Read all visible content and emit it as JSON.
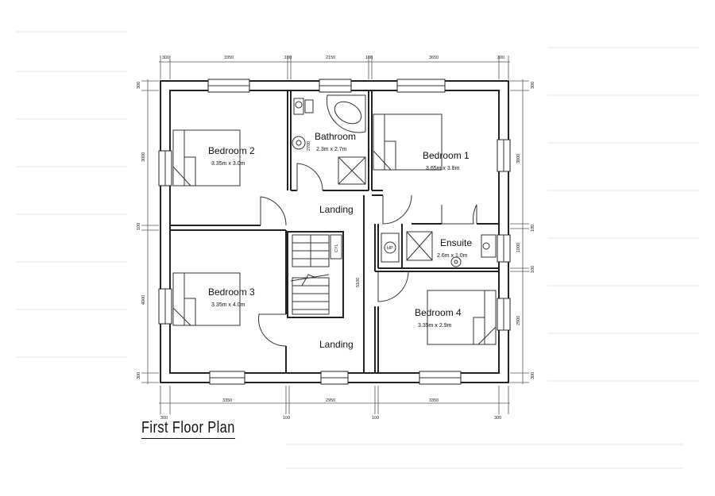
{
  "plan_title": "First Floor Plan",
  "rooms": {
    "bedroom2": {
      "name": "Bedroom 2",
      "size": "3.35m x 3.0m"
    },
    "bathroom": {
      "name": "Bathroom",
      "size": "2.3m x 2.7m"
    },
    "bedroom1": {
      "name": "Bedroom 1",
      "size": "3.65m x 3.8m"
    },
    "landing_upper": {
      "name": "Landing"
    },
    "ensuite": {
      "name": "Ensuite",
      "size": "2.6m x 1.0m"
    },
    "bedroom3": {
      "name": "Bedroom 3",
      "size": "3.35m x 4.0m"
    },
    "bedroom4": {
      "name": "Bedroom 4",
      "size": "3.35m x 2.9m"
    },
    "landing_lower": {
      "name": "Landing"
    }
  },
  "fixtures": {
    "hot_press": "HP",
    "cylinder": "CYL",
    "bathroom_depth": "2700"
  },
  "dimensions": {
    "top": [
      "300",
      "3350",
      "100",
      "2150",
      "100",
      "3650",
      "300"
    ],
    "bottom": [
      "300",
      "3350",
      "100",
      "2950",
      "100",
      "3350",
      "300"
    ],
    "left": [
      "300",
      "3000",
      "100",
      "4000",
      "300"
    ],
    "right": [
      "300",
      "3800",
      "100",
      "1000",
      "100",
      "2900",
      "300"
    ],
    "landing_depth": "5100"
  }
}
